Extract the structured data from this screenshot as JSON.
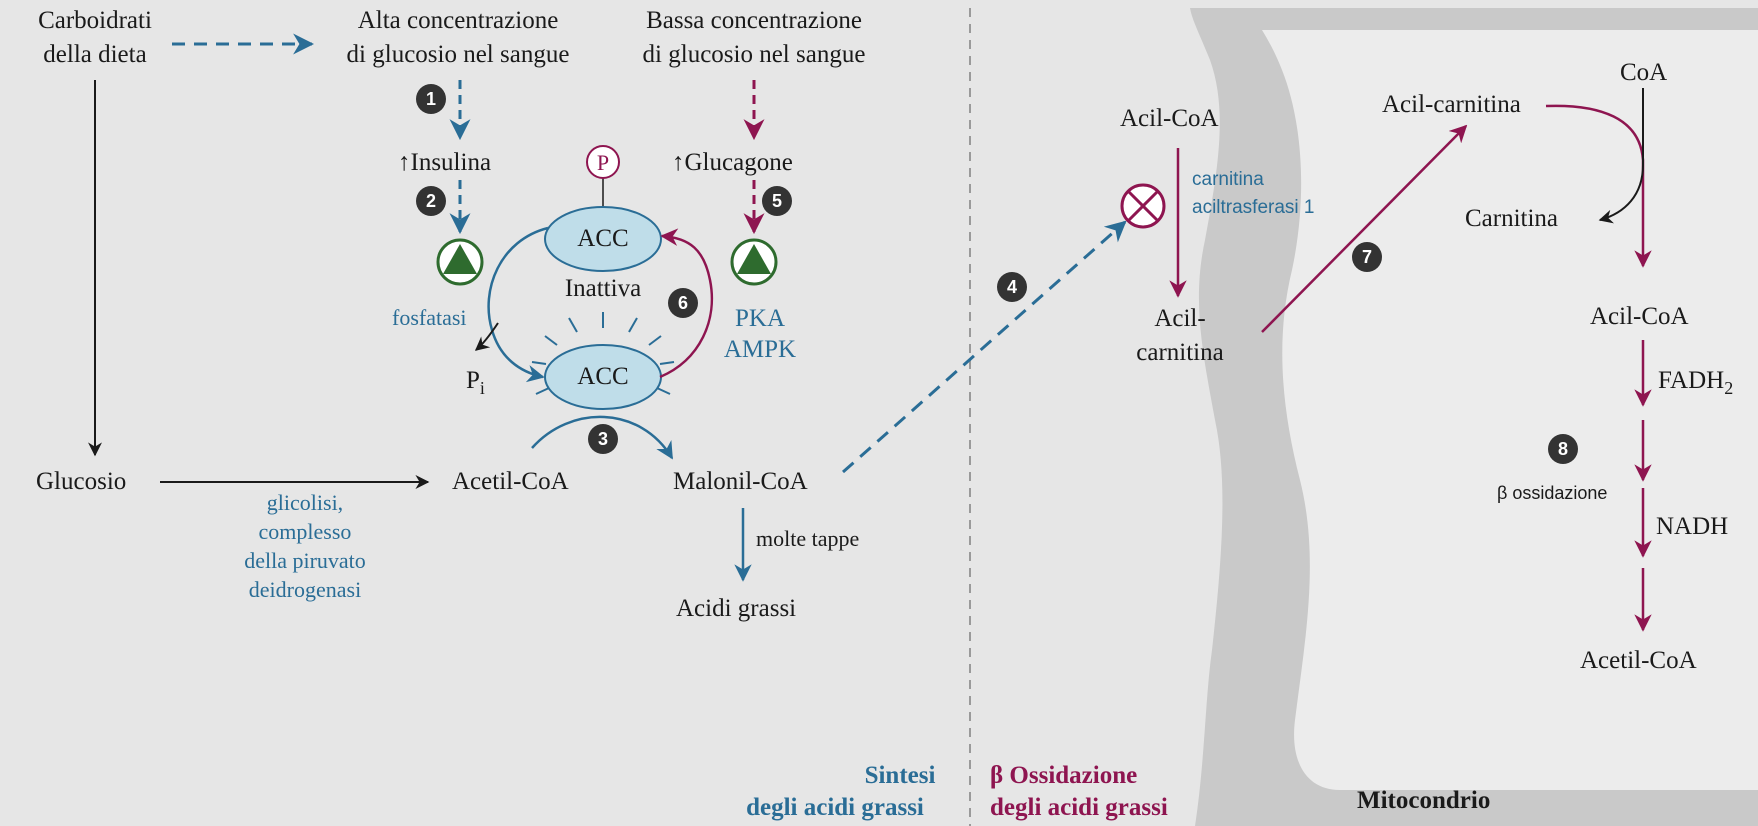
{
  "labels": {
    "dietary_carbs": [
      "Carboidrati",
      "della dieta"
    ],
    "high_glucose": [
      "Alta concentrazione",
      "di glucosio nel sangue"
    ],
    "low_glucose": [
      "Bassa concentrazione",
      "di glucosio nel sangue"
    ],
    "insulin": "↑Insulina",
    "glucagon": "↑Glucagone",
    "phospho": "P",
    "acc_top": "ACC",
    "acc_bottom": "ACC",
    "inactive": "Inattiva",
    "phosphatase": "fosfatasi",
    "pi": "P",
    "pi_sub": "i",
    "kinases": [
      "PKA",
      "AMPK"
    ],
    "glucose": "Glucosio",
    "glycolysis": [
      "glicolisi,",
      "complesso",
      "della piruvato",
      "deidrogenasi"
    ],
    "acetyl_coa_left": "Acetil-CoA",
    "malonyl_coa": "Malonil-CoA",
    "many_steps": "molte tappe",
    "fatty_acids": "Acidi grassi",
    "synthesis_title": [
      "Sintesi",
      "degli acidi grassi"
    ],
    "beta_title": [
      "β Ossidazione",
      "degli acidi grassi"
    ],
    "acyl_coa_cyto": "Acil-CoA",
    "cpt1": [
      "carnitina",
      "aciltrasferasi 1"
    ],
    "acyl_carnitine_cyto": [
      "Acil-",
      "carnitina"
    ],
    "acyl_carnitine_mito": "Acil-carnitina",
    "coa": "CoA",
    "carnitine": "Carnitina",
    "acyl_coa_mito": "Acil-CoA",
    "fadh2": "FADH",
    "fadh2_sub": "2",
    "beta_ox": "β ossidazione",
    "nadh": "NADH",
    "acetyl_coa_right": "Acetil-CoA",
    "mitochondrion": "Mitocondrio"
  },
  "badges": [
    "1",
    "2",
    "3",
    "4",
    "5",
    "6",
    "7",
    "8"
  ],
  "colors": {
    "background": "#e6e6e6",
    "mitochondrion_outer": "#c9c9c9",
    "mitochondrion_inner": "#ececec",
    "blue": "#2a6d96",
    "magenta": "#8e1550",
    "green": "#2e6b2e",
    "acc_fill": "#bfdde9",
    "badge": "#333333"
  }
}
